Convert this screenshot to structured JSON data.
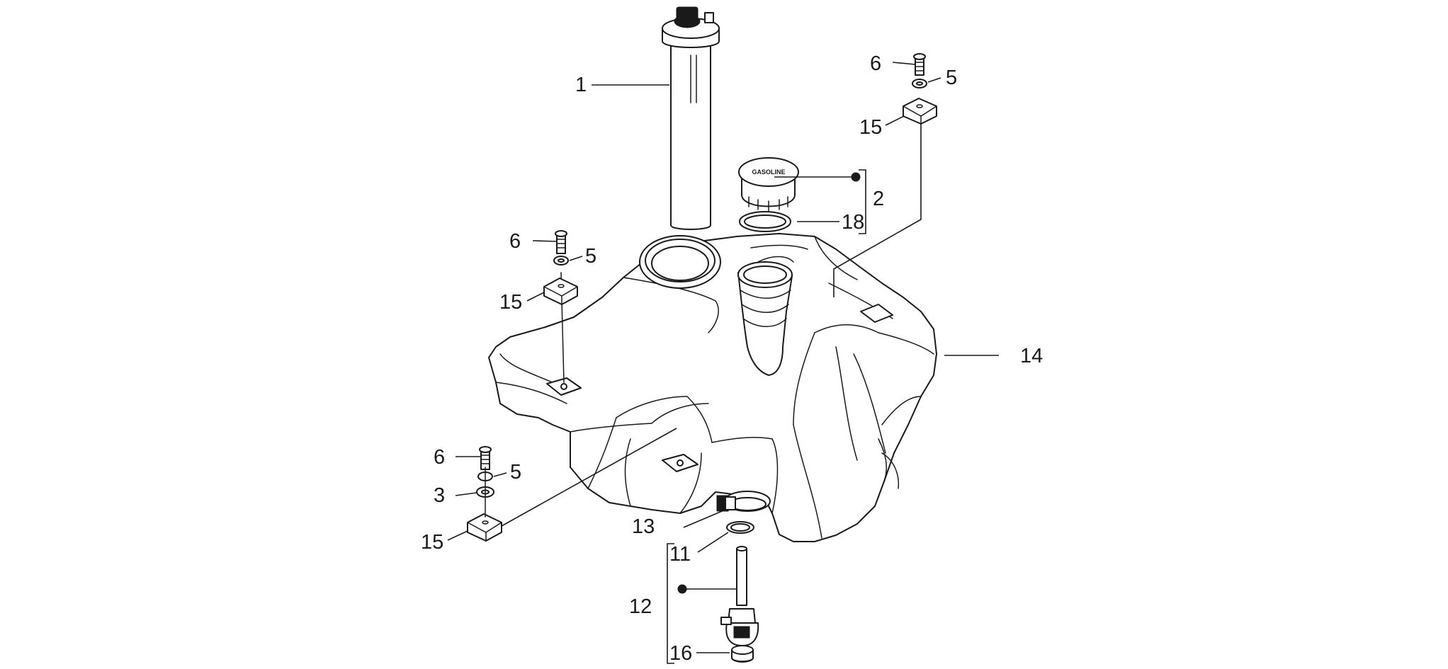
{
  "callouts": {
    "c1": "1",
    "c2": "2",
    "c3": "3",
    "c5a": "5",
    "c5b": "5",
    "c5c": "5",
    "c6a": "6",
    "c6b": "6",
    "c6c": "6",
    "c11": "11",
    "c12": "12",
    "c13": "13",
    "c14": "14",
    "c15a": "15",
    "c15b": "15",
    "c15c": "15",
    "c16": "16",
    "c18": "18"
  },
  "cap_text": "GASOLINE",
  "colors": {
    "line": "#1a1a1a",
    "background": "#ffffff"
  }
}
